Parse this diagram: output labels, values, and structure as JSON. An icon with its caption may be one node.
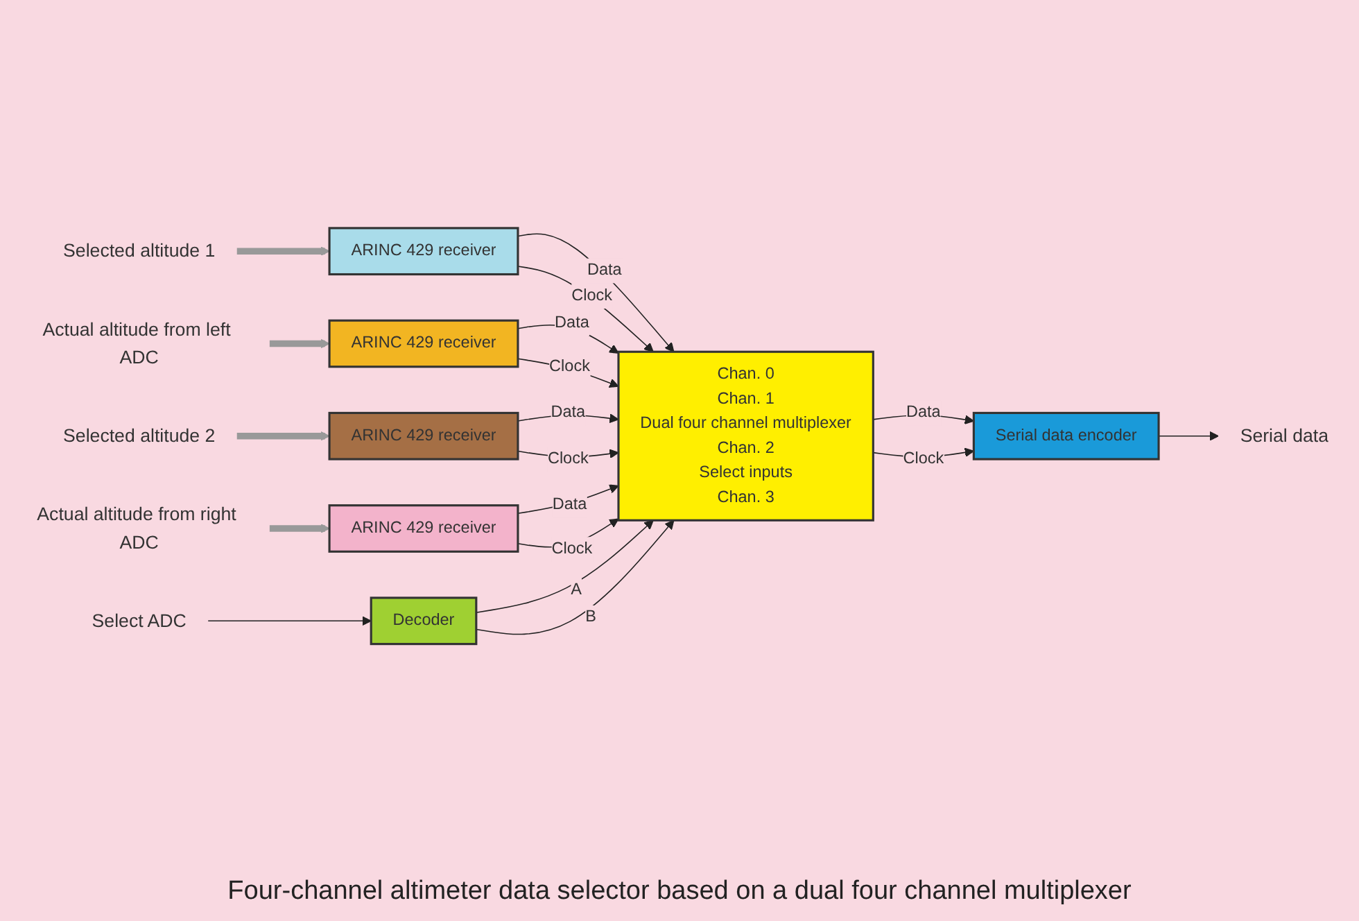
{
  "diagram": {
    "caption": "Four-channel altimeter data selector based on a dual four channel multiplexer",
    "nodes": [
      {
        "text": [
          "Selected altitude 1"
        ]
      },
      {
        "text": [
          "ARINC 429 receiver"
        ]
      },
      {
        "text": [
          "Actual altitude from left ADC"
        ]
      },
      {
        "text": [
          "ARINC 429 receiver"
        ]
      },
      {
        "text": [
          "Selected altitude 2"
        ]
      },
      {
        "text": [
          "ARINC 429 receiver"
        ]
      },
      {
        "text": [
          "Actual altitude from right ADC"
        ]
      },
      {
        "text": [
          "ARINC 429 receiver"
        ]
      },
      {
        "text": [
          "Chan. 0",
          "Chan. 1",
          "Dual four channel multiplexer",
          "Chan. 2",
          "Select inputs",
          "Chan. 3"
        ]
      },
      {
        "text": [
          "Serial data encoder"
        ]
      },
      {
        "text": [
          "Serial data"
        ]
      },
      {
        "text": [
          "Decoder"
        ]
      },
      {
        "text": [
          "Select ADC"
        ]
      }
    ],
    "edges": [
      {
        "from": 0,
        "to": 1,
        "arrow": "to",
        "style": "thick",
        "color": "#999999"
      },
      {
        "from": 1,
        "to": 8,
        "arrow": "to",
        "label": "Data"
      },
      {
        "from": 1,
        "to": 8,
        "arrow": "to",
        "label": "Clock"
      },
      {
        "from": 2,
        "to": 3,
        "arrow": "to",
        "style": "thick",
        "color": "#999999"
      },
      {
        "from": 3,
        "to": 8,
        "arrow": "to",
        "label": "Data"
      },
      {
        "from": 3,
        "to": 8,
        "arrow": "to",
        "label": "Clock"
      },
      {
        "from": 4,
        "to": 5,
        "arrow": "to",
        "style": "thick",
        "color": "#999999"
      },
      {
        "from": 5,
        "to": 8,
        "arrow": "to",
        "label": "Data"
      },
      {
        "from": 5,
        "to": 8,
        "arrow": "to",
        "label": "Clock"
      },
      {
        "from": 6,
        "to": 7,
        "arrow": "to",
        "style": "thick",
        "color": "#999999"
      },
      {
        "from": 7,
        "to": 8,
        "arrow": "to",
        "label": "Data"
      },
      {
        "from": 7,
        "to": 8,
        "arrow": "to",
        "label": "Clock"
      },
      {
        "from": 8,
        "to": 9,
        "arrow": "to",
        "label": "Data"
      },
      {
        "from": 8,
        "to": 9,
        "arrow": "to",
        "label": "Clock"
      },
      {
        "from": 9,
        "to": 10,
        "arrow": "to"
      },
      {
        "from": 11,
        "to": 8,
        "arrow": "to",
        "label": "A"
      },
      {
        "from": 11,
        "to": 8,
        "arrow": "to",
        "label": "B"
      },
      {
        "from": 12,
        "to": 11,
        "arrow": "to"
      }
    ]
  }
}
